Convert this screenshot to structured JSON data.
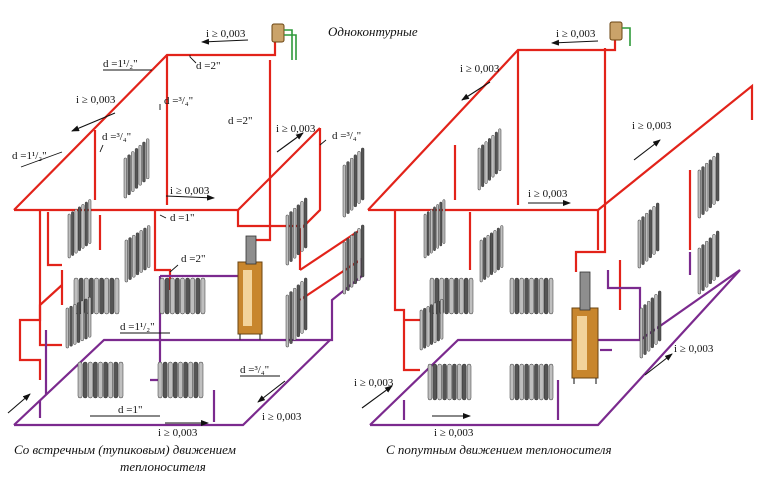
{
  "title": "Одноконтурные",
  "colors": {
    "supply": "#e2231a",
    "return": "#7b2a8e",
    "boiler": "#c8862d",
    "boiler_light": "#f3d39a",
    "radiator": "#555555",
    "radiator_light": "#bfbfbf",
    "expansion": "#caa36a",
    "green": "#2e9a3a"
  },
  "left": {
    "caption_line1": "Со встречным (тупиковым) движением",
    "caption_line2": "теплоносителя",
    "labels": {
      "slope_top": "i ≥ 0,003",
      "slope_left": "i ≥ 0,003",
      "slope_mid": "i ≥ 0,003",
      "slope_right": "i ≥ 0,003",
      "slope_bottom_right": "i ≥ 0,003",
      "slope_bottom": "i ≥ 0,003",
      "d_top_2": "d =2\"",
      "d_top_left_15": "d =1¹/₂\"",
      "d_34_upper": "d =³/₄\"",
      "d_34_left": "d =³/₄\"",
      "d_left_15": "d =1¹/₂\"",
      "d_mid_2": "d =2\"",
      "d_right_34": "d =³/₄\"",
      "d_1_mid": "d =1\"",
      "d_ret_2": "d =2\"",
      "d_ret_15": "d =1¹/₂\"",
      "d_ret_34": "d =³/₄\"",
      "d_ret_1": "d =1\""
    }
  },
  "right": {
    "caption": "С попутным движением теплоносителя",
    "labels": {
      "slope_top": "i ≥ 0,003",
      "slope_left": "i ≥ 0,003",
      "slope_mid": "i ≥ 0,003",
      "slope_right": "i ≥ 0,003",
      "slope_bottom_right": "i ≥ 0,003",
      "slope_bottom_left": "i ≥ 0,003",
      "slope_bottom": "i ≥ 0,003"
    }
  }
}
